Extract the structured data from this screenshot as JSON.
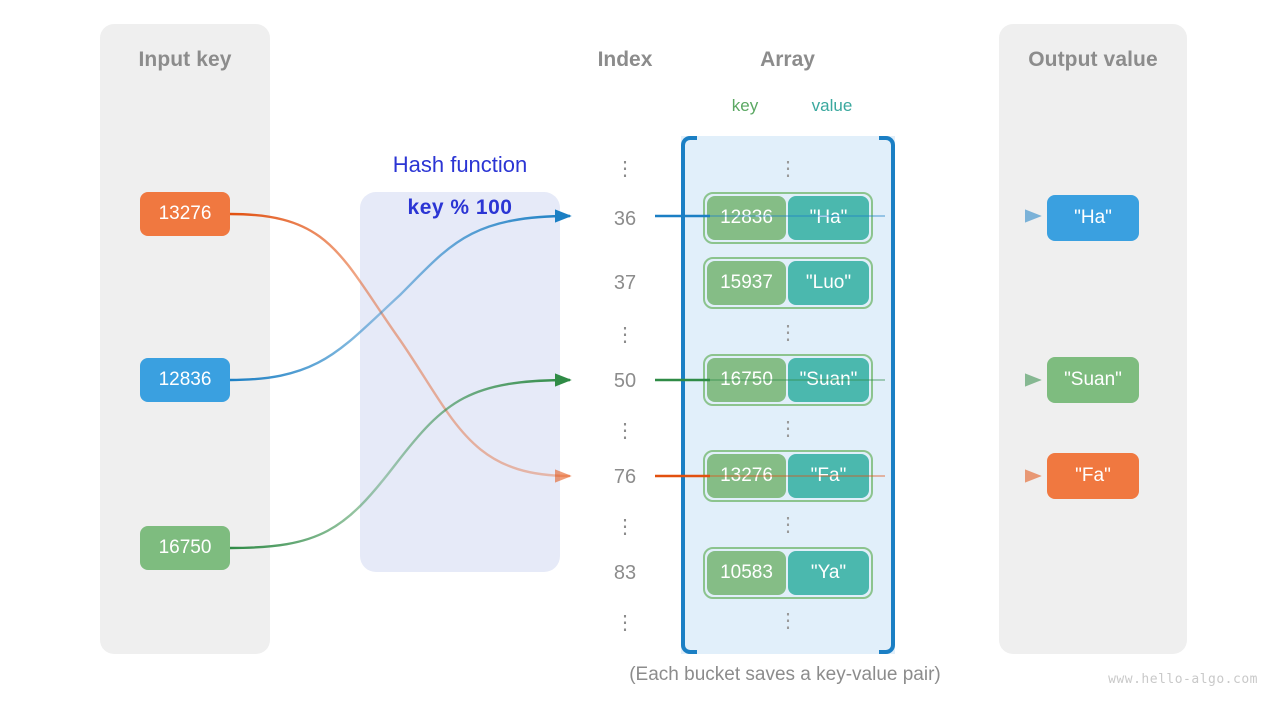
{
  "panels": {
    "input": {
      "title": "Input key"
    },
    "output": {
      "title": "Output value"
    }
  },
  "headings": {
    "index": "Index",
    "array": "Array",
    "key": "key",
    "value": "value"
  },
  "hash_function": {
    "name": "Hash function",
    "expression": "key % 100"
  },
  "input_keys": [
    {
      "label": "13276",
      "color": "#f07840"
    },
    {
      "label": "12836",
      "color": "#3aa0e0"
    },
    {
      "label": "16750",
      "color": "#7ebc7f"
    }
  ],
  "output_values": [
    {
      "label": "\"Ha\"",
      "color": "#3aa0e0"
    },
    {
      "label": "\"Suan\"",
      "color": "#7ebc7f"
    },
    {
      "label": "\"Fa\"",
      "color": "#f07840"
    }
  ],
  "index_column": [
    {
      "type": "dots",
      "label": "⋮"
    },
    {
      "type": "index",
      "label": "36"
    },
    {
      "type": "index",
      "label": "37"
    },
    {
      "type": "dots",
      "label": "⋮"
    },
    {
      "type": "index",
      "label": "50"
    },
    {
      "type": "dots",
      "label": "⋮"
    },
    {
      "type": "index",
      "label": "76"
    },
    {
      "type": "dots",
      "label": "⋮"
    },
    {
      "type": "index",
      "label": "83"
    },
    {
      "type": "dots",
      "label": "⋮"
    }
  ],
  "array_buckets": [
    {
      "type": "dots"
    },
    {
      "type": "bucket",
      "key": "12836",
      "value": "\"Ha\""
    },
    {
      "type": "bucket",
      "key": "15937",
      "value": "\"Luo\""
    },
    {
      "type": "dots"
    },
    {
      "type": "bucket",
      "key": "16750",
      "value": "\"Suan\""
    },
    {
      "type": "dots"
    },
    {
      "type": "bucket",
      "key": "13276",
      "value": "\"Fa\""
    },
    {
      "type": "dots"
    },
    {
      "type": "bucket",
      "key": "10583",
      "value": "\"Ya\""
    },
    {
      "type": "dots"
    }
  ],
  "footer": {
    "caption": "(Each bucket saves a key-value pair)",
    "watermark": "www.hello-algo.com"
  },
  "colors": {
    "orange": "#f07840",
    "blue": "#3aa0e0",
    "green": "#7ebc7f",
    "teal": "#4bb8ae",
    "key_green": "#85bd86",
    "bracket_blue": "#1b7fc4",
    "array_bg": "#e1effa",
    "panel_bg": "#efefef",
    "hash_bg": "#e6eaf8",
    "hash_text": "#2b35d4",
    "label_gray": "#8c8c8c"
  }
}
